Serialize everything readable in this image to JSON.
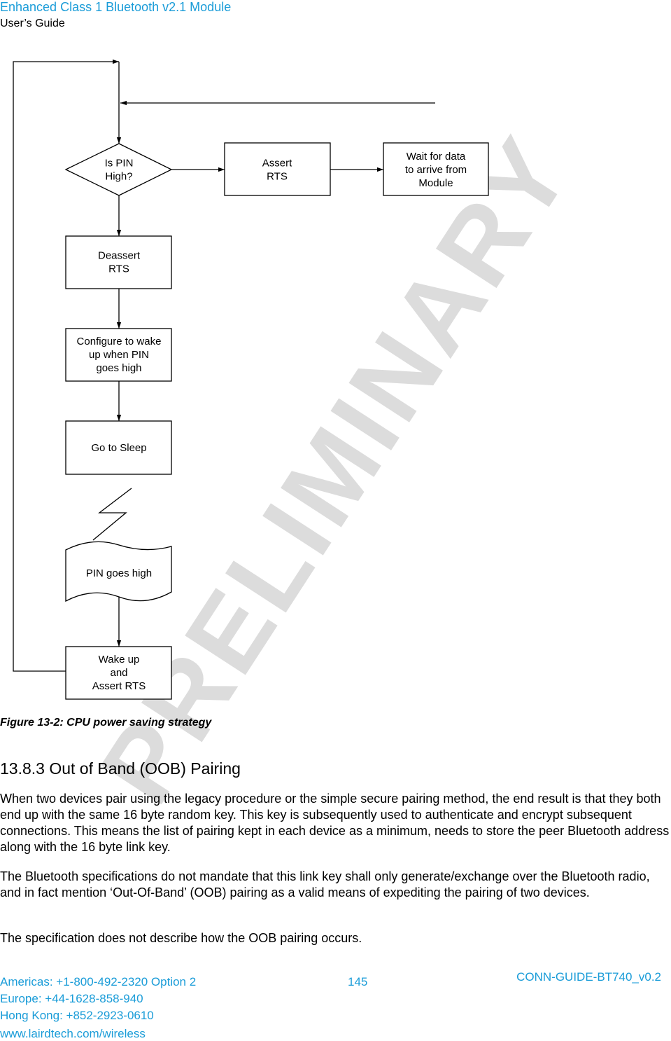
{
  "header": {
    "title": "Enhanced Class 1 Bluetooth v2.1 Module",
    "subtitle": "User’s Guide"
  },
  "watermark": "PRELIMINARY",
  "flowchart": {
    "decision": "Is PIN|High?",
    "assert_rts": "Assert|RTS",
    "wait_data": "Wait for data|to arrive from|Module",
    "deassert_rts": "Deassert|RTS",
    "configure_wake": "Configure to wake|up when PIN|goes high",
    "go_to_sleep": "Go to Sleep",
    "pin_goes_high": "PIN goes high",
    "wake_up": "Wake up|and|Assert RTS"
  },
  "figure_caption": "Figure 13-2: CPU power saving strategy",
  "section_heading": "13.8.3 Out of Band (OOB) Pairing",
  "paragraphs": [
    "When two devices pair using the legacy procedure or the simple secure pairing method, the end result is that they both end up with the same 16 byte random key. This key is subsequently used to authenticate and encrypt subsequent connections. This means the list of pairing kept in each device as a minimum, needs to store the peer Bluetooth address along with the 16 byte link key.",
    "The Bluetooth specifications do not mandate that this link key shall only generate/exchange over the Bluetooth radio, and in fact mention ‘Out-Of-Band’ (OOB) pairing as a valid means of expediting the pairing of two devices.",
    "The specification does not describe how the OOB pairing occurs."
  ],
  "footer": {
    "americas": "Americas: +1-800-492-2320 Option 2",
    "europe": "Europe: +44-1628-858-940",
    "hongkong": "Hong Kong: +852-2923-0610",
    "website": "www.lairdtech.com/wireless",
    "page_number": "145",
    "doc_id": "CONN-GUIDE-BT740_v0.2"
  }
}
